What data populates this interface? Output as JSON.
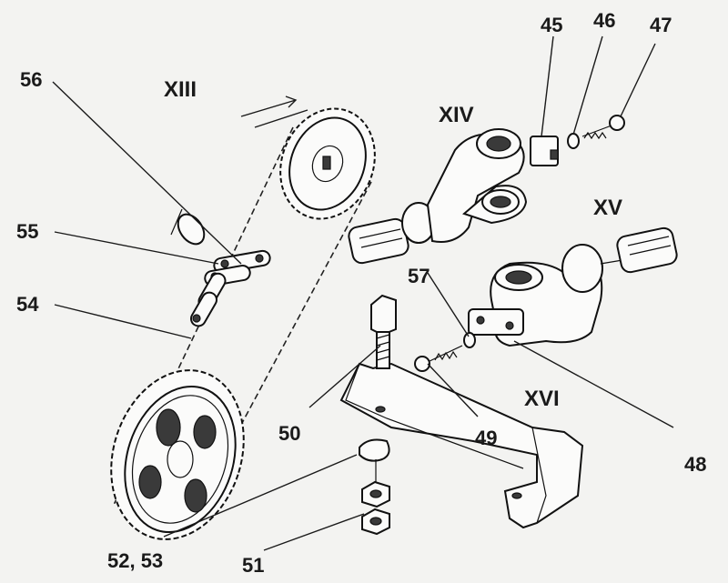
{
  "labels": {
    "n45": "45",
    "n46": "46",
    "n47": "47",
    "n48": "48",
    "n49": "49",
    "n50": "50",
    "n51": "51",
    "n52_53": "52, 53",
    "n54": "54",
    "n55": "55",
    "n56": "56",
    "n57": "57"
  },
  "groups": {
    "xiii": "XIII",
    "xiv": "XIV",
    "xv": "XV",
    "xvi": "XVI"
  },
  "colors": {
    "ink": "#111111",
    "paper": "#f3f3f1"
  }
}
